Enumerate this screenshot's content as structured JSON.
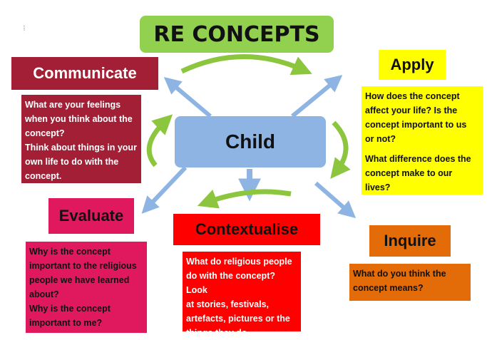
{
  "title": "RE CONCEPTS",
  "center": "Child",
  "colors": {
    "title_bg": "#92d050",
    "center_bg": "#8eb4e3",
    "arrow_blue": "#8eb4e3",
    "cycle_green": "#8cc63f",
    "communicate": "#a31f35",
    "apply": "#ffff00",
    "evaluate": "#e0195e",
    "contextualise": "#ff0000",
    "inquire": "#e36c09"
  },
  "concepts": {
    "communicate": {
      "label": "Communicate",
      "lines": [
        "What are your feelings",
        "when you think about the",
        "concept?",
        "Think about things in your",
        "own life to do with the",
        "concept."
      ]
    },
    "apply": {
      "label": "Apply",
      "lines": [
        "How does the concept",
        "affect your life? Is the",
        "concept important to us",
        "or not?",
        "What difference does the",
        "concept make to our",
        "lives?"
      ]
    },
    "evaluate": {
      "label": "Evaluate",
      "lines": [
        "Why is the concept",
        "important to the religious",
        "people we have learned",
        "about?",
        "Why is the concept",
        "important to me?"
      ]
    },
    "contextualise": {
      "label": "Contextualise",
      "lines": [
        "What do religious people",
        "do with the concept? Look",
        "at stories, festivals,",
        "artefacts, pictures or the",
        "things they do."
      ]
    },
    "inquire": {
      "label": "Inquire",
      "lines": [
        "What do you think the",
        "concept means?"
      ]
    }
  }
}
